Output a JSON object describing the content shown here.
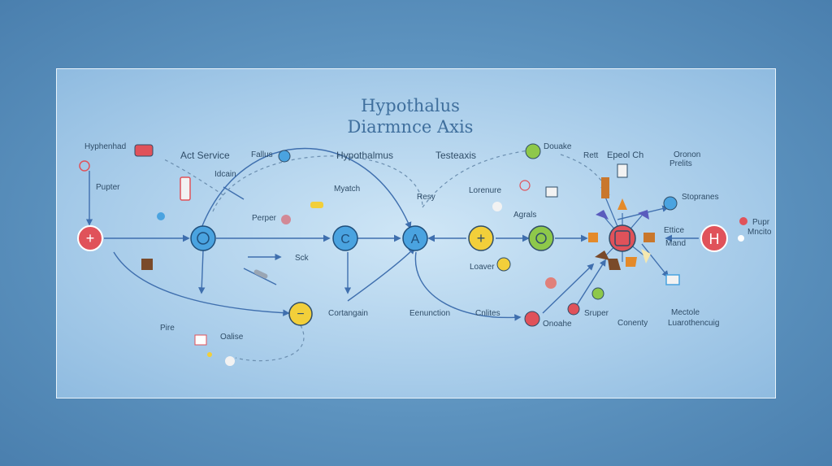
{
  "diagram": {
    "title_line1": "Hypothalus",
    "title_line2": "Diarmnce Axis"
  },
  "labels": {
    "hyphenhad": "Hyphenhad",
    "act_service": "Act Service",
    "fallus": "Fallus",
    "hypothalmus": "Hypothalmus",
    "testeaxis": "Testeaxis",
    "douake": "Douake",
    "rett": "Rett",
    "epeol_ch": "Epeol Ch",
    "oronon": "Oronon",
    "prelits": "Prelits",
    "pupter": "Pupter",
    "idcain": "Idcain",
    "myatch": "Myatch",
    "resy": "Resy",
    "lorenure": "Lorenure",
    "stopranes": "Stopranes",
    "perper": "Perper",
    "agrals": "Agrals",
    "ettice": "Ettice",
    "mand": "Mand",
    "pupr": "Pupr",
    "mncito": "Mncito",
    "sck": "Sck",
    "loaver": "Loaver",
    "pire": "Pire",
    "cortangain": "Cortangain",
    "eenunction": "Eenunction",
    "cnlites": "Cnlites",
    "onoahe": "Onoahe",
    "sruper": "Sruper",
    "conenty": "Conenty",
    "mectole": "Mectole",
    "luarothencuig": "Luarothencuig",
    "oalise": "Oalise"
  },
  "node_glyphs": {
    "plus": "+",
    "c": "C",
    "a": "A",
    "h": "H",
    "minus": "−"
  },
  "colors": {
    "red_node": "#e0525a",
    "blue_node": "#4aa3e0",
    "yellow_node": "#f2cf3a",
    "green_node": "#8ec84a",
    "arrow": "#3f6fae",
    "dash": "#6c8fb0"
  }
}
